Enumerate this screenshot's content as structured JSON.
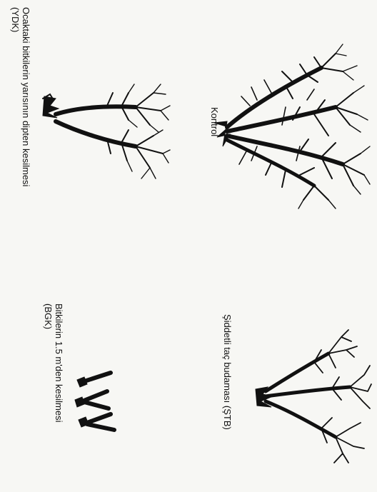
{
  "labels": {
    "control": "Kontrol",
    "ydk_line1": "Ocaktaki bitkilerin yarısının dipten kesilmesi",
    "ydk_line2": "(YDK)",
    "stb": "Şiddetli taç budaması (ŞTB)",
    "bgk_line1": "Bitkilerin 1.5 m'den kesilmesi",
    "bgk_line2": "(BGK)"
  },
  "colors": {
    "ink": "#111111",
    "paper": "#f7f7f4"
  }
}
